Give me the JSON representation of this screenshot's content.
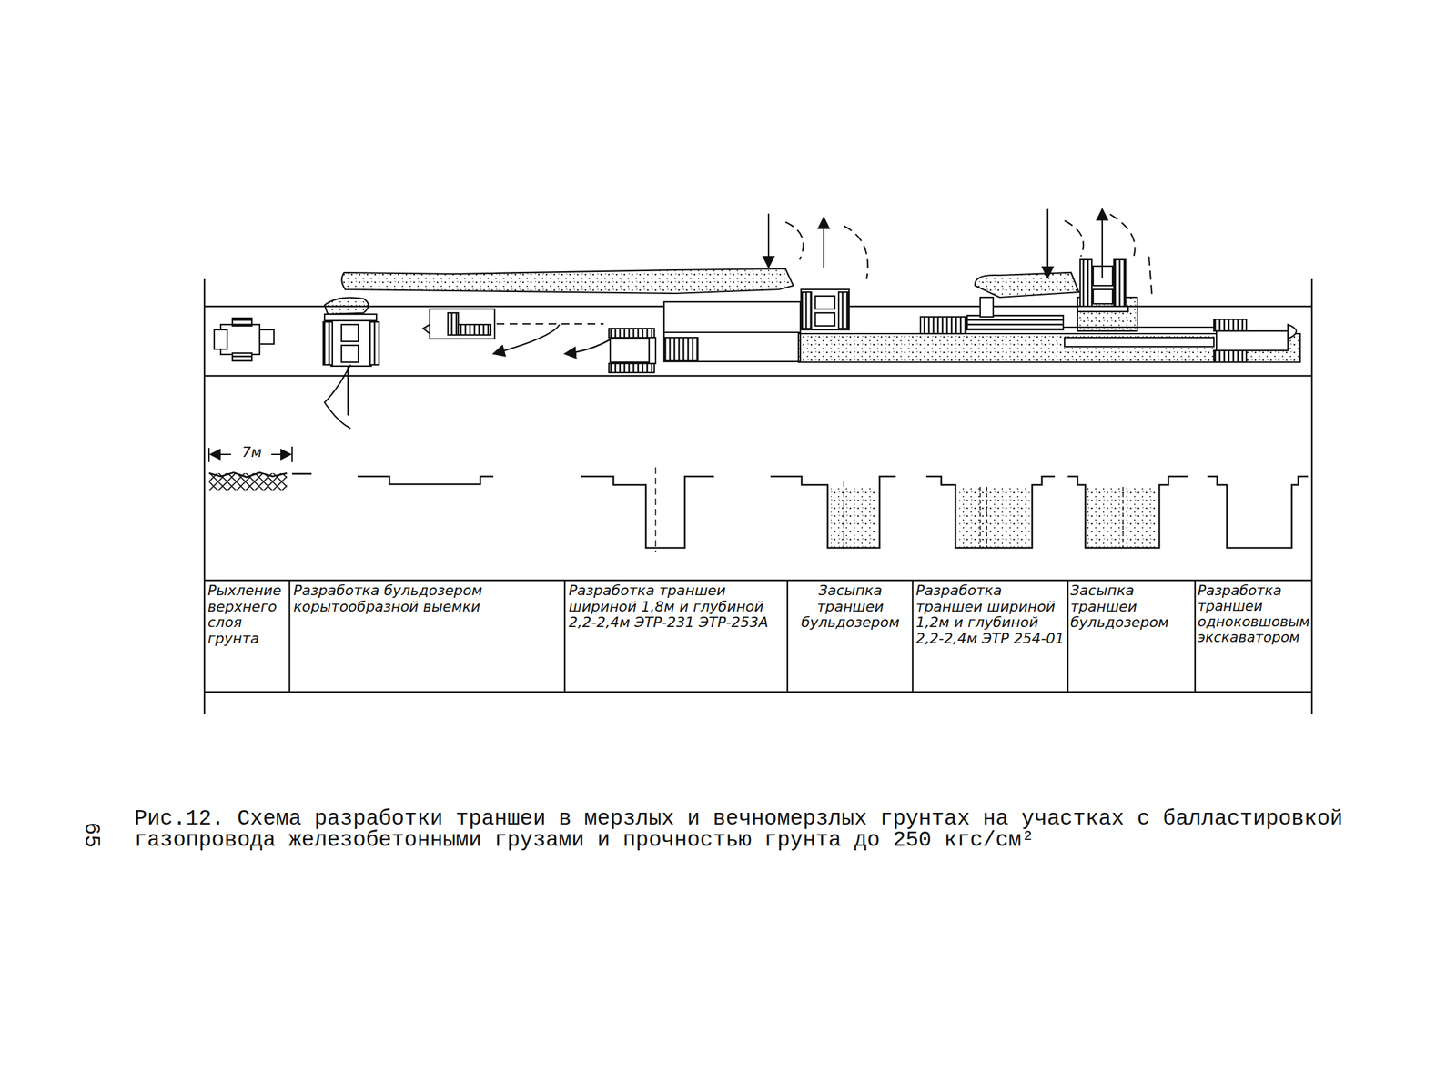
{
  "diagram": {
    "caption": "Рис.12. Схема разработки траншеи в мерзлых и вечномерзлых грунтах на участках с балластировкой газопровода железобетонными грузами и прочностью грунта до 250 кгс/см²",
    "labels": [
      "7м",
      "Рыхление верхнего слоя грунта",
      "Разработка бульдозером корытообразной выемки",
      "Разработка траншеи шириной 1,8м и глубиной 2,2-2,4м ЭТР-231 ЭТР-253А",
      "Засыпка траншеи бульдозером",
      "Разработка траншеи шириной 1,2м и глубиной 2,2-2,4м ЭТР 254-01",
      "Засыпка траншеи бульдозером",
      "Разработка траншеи одноковшовым экскаватором",
      "65"
    ]
  }
}
